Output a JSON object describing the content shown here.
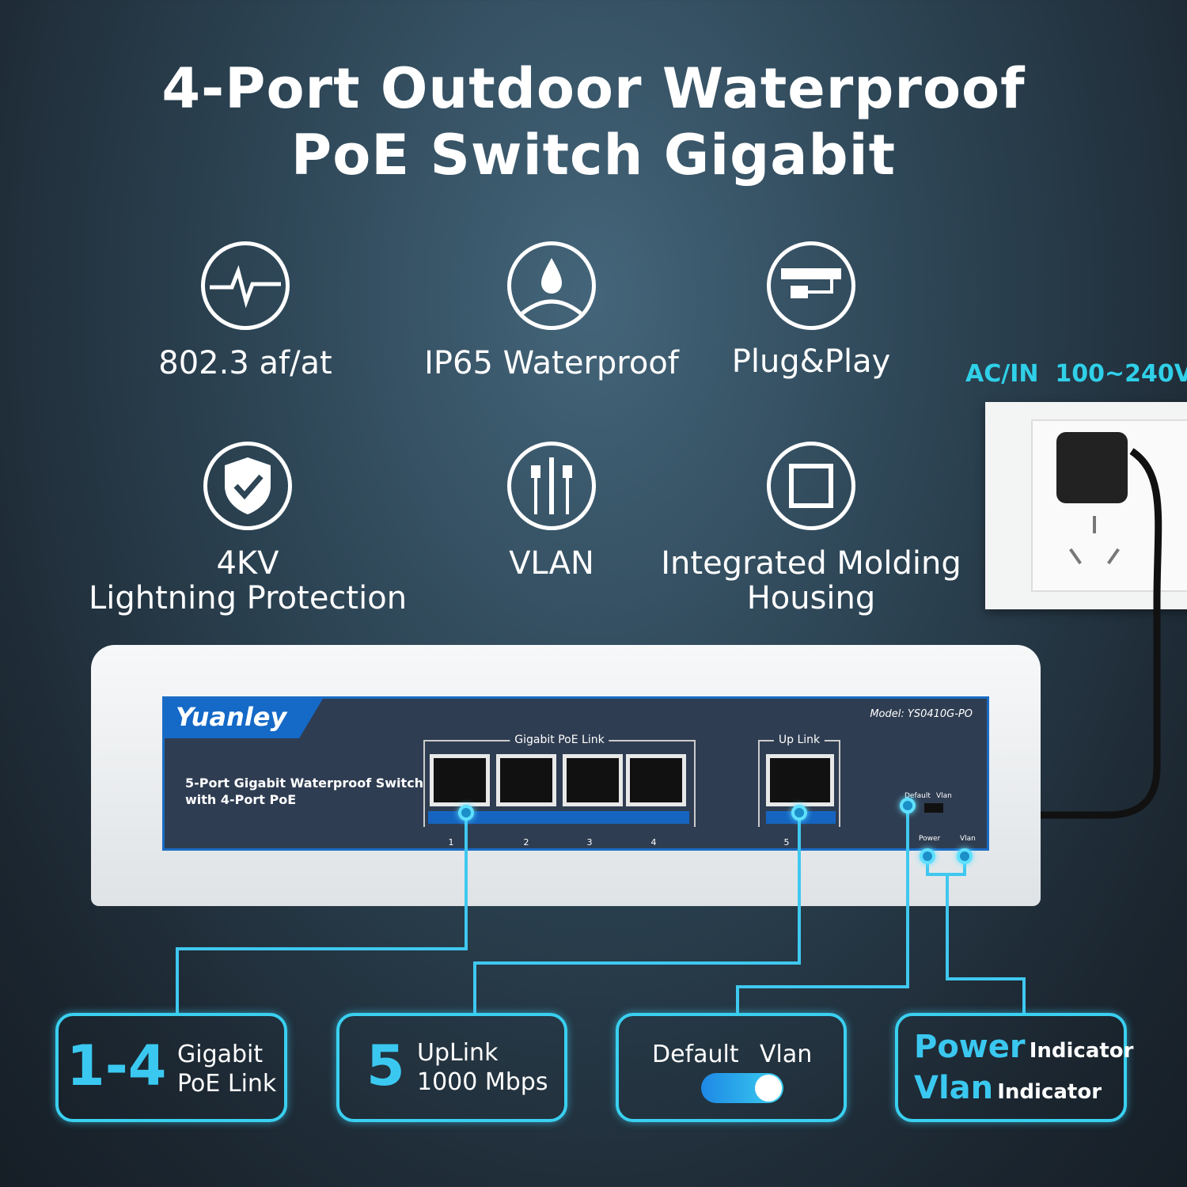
{
  "title": {
    "line1": "4-Port Outdoor Waterproof",
    "line2": "PoE Switch Gigabit"
  },
  "features": [
    {
      "icon": "heartbeat-icon",
      "label": "802.3 af/at"
    },
    {
      "icon": "water-drop-icon",
      "label": "IP65 Waterproof"
    },
    {
      "icon": "plug-icon",
      "label": "Plug&Play"
    },
    {
      "icon": "shield-check-icon",
      "label": "4KV",
      "label2": "Lightning Protection"
    },
    {
      "icon": "vlan-cables-icon",
      "label": "VLAN"
    },
    {
      "icon": "square-housing-icon",
      "label": "Integrated Molding",
      "label2": "Housing"
    }
  ],
  "power": {
    "label": "AC/IN  100~240V"
  },
  "device": {
    "brand": "Yuanley",
    "model": "Model: YS0410G-PO",
    "desc1": "5-Port Gigabit Waterproof Switch",
    "desc2": "with 4-Port PoE",
    "poe_group": "Gigabit PoE Link",
    "uplink_group": "Up Link",
    "ports": [
      "1",
      "2",
      "3",
      "4"
    ],
    "uplink_port": "5",
    "switch_default": "Default",
    "switch_vlan": "Vlan",
    "led_power": "Power",
    "led_vlan": "Vlan"
  },
  "callouts": [
    {
      "big": "1-4",
      "line1": "Gigabit",
      "line2": "PoE Link"
    },
    {
      "big": "5",
      "line1": "UpLink",
      "line2": "1000 Mbps"
    },
    {
      "line1": "Default",
      "line2": "Vlan",
      "toggle_state": "Vlan"
    },
    {
      "big1": "Power",
      "small1": "Indicator",
      "big2": "Vlan",
      "small2": "Indicator"
    }
  ],
  "colors": {
    "accent": "#3ac8f0",
    "panel": "#2f3d52",
    "brand": "#1569c7"
  }
}
